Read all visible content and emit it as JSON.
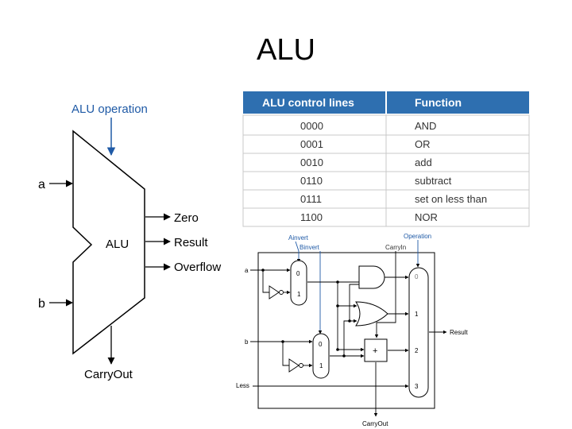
{
  "slide": {
    "title": "ALU"
  },
  "alu_symbol": {
    "operation_label": "ALU operation",
    "input_a": "a",
    "input_b": "b",
    "body_label": "ALU",
    "out_zero": "Zero",
    "out_result": "Result",
    "out_overflow": "Overflow",
    "out_carry": "CarryOut",
    "accent_color": "#1f5aa6"
  },
  "control_table": {
    "header_color": "#2e6fb0",
    "headers": [
      "ALU control lines",
      "Function"
    ],
    "rows": [
      [
        "0000",
        "AND"
      ],
      [
        "0001",
        "OR"
      ],
      [
        "0010",
        "add"
      ],
      [
        "0110",
        "subtract"
      ],
      [
        "0111",
        "set on less than"
      ],
      [
        "1100",
        "NOR"
      ]
    ]
  },
  "circuit": {
    "ainvert": "Ainvert",
    "binvert": "Binvert",
    "carry_in": "CarryIn",
    "operation": "Operation",
    "in_a": "a",
    "in_b": "b",
    "less": "Less",
    "result": "Result",
    "carry_out": "CarryOut",
    "mux_a": [
      "0",
      "1"
    ],
    "mux_b": [
      "0",
      "1"
    ],
    "mux_out": [
      "0",
      "1",
      "2",
      "3"
    ],
    "adder_symbol": "+"
  }
}
